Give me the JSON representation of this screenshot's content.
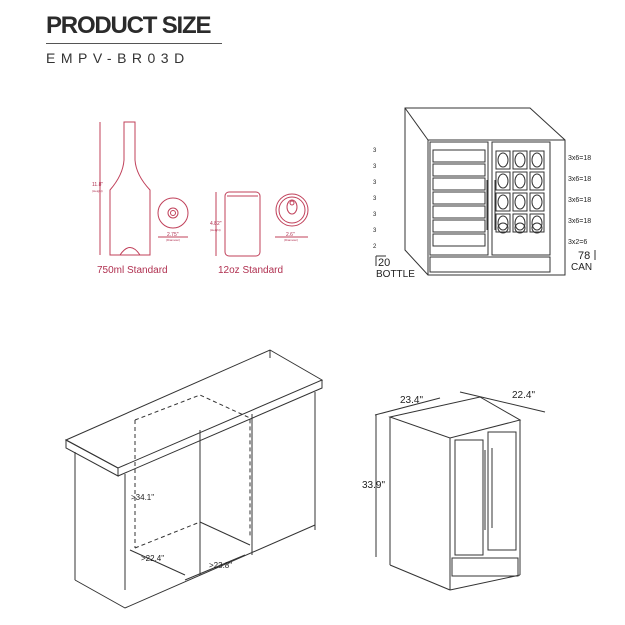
{
  "header": {
    "title": "PRODUCT SIZE",
    "model": "EMPV-BR03D"
  },
  "bottle": {
    "height": "11.8\"",
    "height_note": "(Height)",
    "diameter": "2.75\"",
    "diameter_note": "(Diameter)",
    "label": "750ml Standard"
  },
  "can": {
    "height": "4.82\"",
    "height_note": "(Height)",
    "diameter": "2.6\"",
    "diameter_note": "(Diameter)",
    "label": "12oz Standard"
  },
  "capacity": {
    "bottle_rows": [
      "3",
      "3",
      "3",
      "3",
      "3",
      "3",
      "2"
    ],
    "bottle_total": "20",
    "bottle_label": "BOTTLE",
    "can_rows": [
      "3x6=18",
      "3x6=18",
      "3x6=18",
      "3x6=18",
      "3x2=6"
    ],
    "can_total": "78",
    "can_label": "CAN"
  },
  "cutout": {
    "height": ">34.1\"",
    "depth": ">22.4\"",
    "width": ">23.8\""
  },
  "unit": {
    "width": "23.4\"",
    "depth": "22.4\"",
    "height": "33.9\""
  },
  "colors": {
    "accent": "#c0405a",
    "line": "#333333"
  }
}
